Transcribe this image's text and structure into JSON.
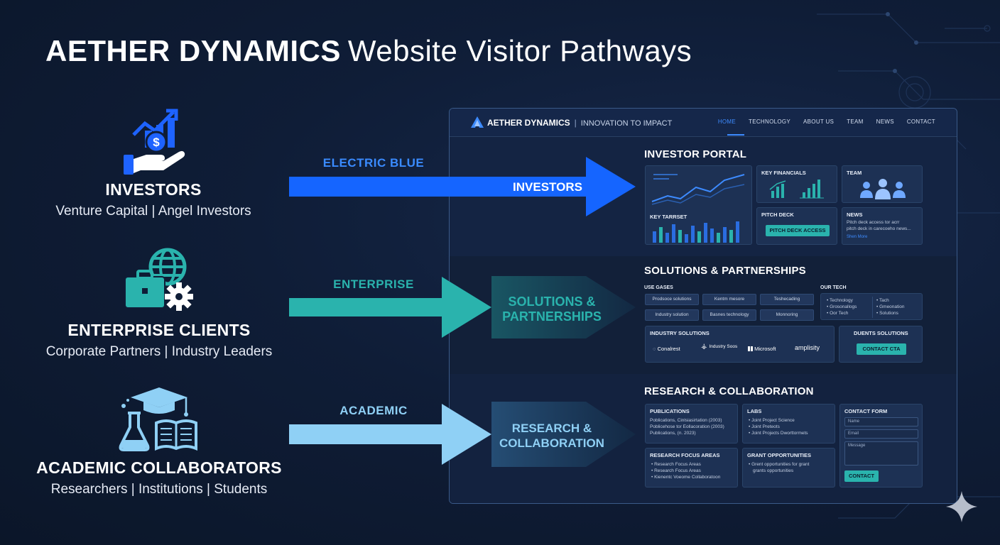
{
  "title": {
    "brand": "AETHER DYNAMICS",
    "rest": "Website Visitor Pathways"
  },
  "audiences": [
    {
      "name": "INVESTORS",
      "sub": "Venture Capital | Angel Investors",
      "arrow_label": "ELECTRIC BLUE",
      "arrow_text": "INVESTORS",
      "color": "#1565ff"
    },
    {
      "name": "ENTERPRISE CLIENTS",
      "sub": "Corporate Partners | Industry Leaders",
      "arrow_label": "ENTERPRISE",
      "arrow_text_1": "SOLUTIONS &",
      "arrow_text_2": "PARTNERSHIPS",
      "color": "#2ab3ad"
    },
    {
      "name": "ACADEMIC COLLABORATORS",
      "sub": "Researchers | Institutions | Students",
      "arrow_label": "ACADEMIC",
      "arrow_text_1": "RESEARCH &",
      "arrow_text_2": "COLLABORATION",
      "color": "#8fd0f5"
    }
  ],
  "mock": {
    "logo": "AETHER DYNAMICS",
    "tagline": "INNOVATION TO IMPACT",
    "nav": [
      "HOME",
      "TECHNOLOGY",
      "ABOUT US",
      "TEAM",
      "NEWS",
      "CONTACT"
    ],
    "investor": {
      "heading": "INVESTOR PORTAL",
      "key_target": "KEY TARRSET",
      "key_financials": "KEY FINANCIALS",
      "team": "TEAM",
      "pitch_deck": "PITCH DECK",
      "pitch_btn": "PITCH DECK ACCESS",
      "news": "NEWS",
      "news_l1": "Pitch deck access tor acrr",
      "news_l2": "pitch deck in carecoeho news...",
      "news_more": "Shen More"
    },
    "solutions": {
      "heading": "SOLUTIONS & PARTNERSHIPS",
      "use_cases": "USE GASES",
      "chips": [
        "Prodsoce solutions",
        "Kentm mesore",
        "Teshecading",
        "Industry solution",
        "Basnes technology",
        "Monnoring"
      ],
      "our_tech": "OUR TECH",
      "tech_a": [
        "Technology",
        "Grosonallogs",
        "Oor Tech"
      ],
      "tech_b": [
        "Tach",
        "Gmeonation",
        "Solutions"
      ],
      "industry": "INDUSTRY SOLUTIONS",
      "logos": [
        "Conalrest",
        "Industry Soos",
        "Microsoft",
        "amplisity"
      ],
      "clients": "DUENTS SOLUTIONS",
      "contact_btn": "CONTACT CTA"
    },
    "research": {
      "heading": "RESEARCH & COLLABORATION",
      "publications": "PUBLICATIONS",
      "pubs": [
        "Poblications, Cinlsiasirtation (2003)",
        "Poblicehose tor Eollacoration (2003)",
        "Publications, (n. 2023)"
      ],
      "labs": "LABS",
      "labs_items": [
        "Joint Project Science",
        "Joint Preteots",
        "Joint Projects Dworttormets"
      ],
      "focus": "RESEARCH FOCUS AREAS",
      "focus_items": [
        "Research Focus Areas",
        "Research Focus Areas",
        "Kienentc Voeome Collaboratoon"
      ],
      "grants": "GRANT OPPORTUNITIES",
      "grants_items": [
        "Grent opportunities for grant",
        "grants opportunities"
      ],
      "form": "CONTACT FORM",
      "f_name": "Name",
      "f_email": "Email",
      "f_msg": "Message",
      "form_btn": "CONTACT"
    }
  }
}
